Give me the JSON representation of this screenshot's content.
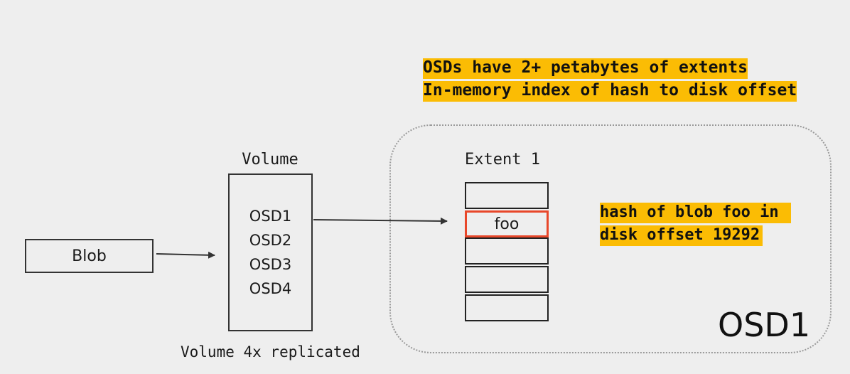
{
  "notes": {
    "top_line_1": "OSDs have 2+ petabytes of extents",
    "top_line_2": "In-memory index of hash to disk offset",
    "right_line_1": "hash of blob foo in ",
    "right_line_2": "disk offset 19292"
  },
  "blob": {
    "label": "Blob"
  },
  "volume": {
    "title": "Volume",
    "osds": [
      "OSD1",
      "OSD2",
      "OSD3",
      "OSD4"
    ],
    "caption": "Volume 4x replicated"
  },
  "osd_region": {
    "label": "OSD1"
  },
  "extent": {
    "title": "Extent 1",
    "highlighted_label": "foo"
  },
  "colors": {
    "highlight": "#fbbc04",
    "active_cell_border": "#e8472a",
    "background": "#eeeeee"
  }
}
